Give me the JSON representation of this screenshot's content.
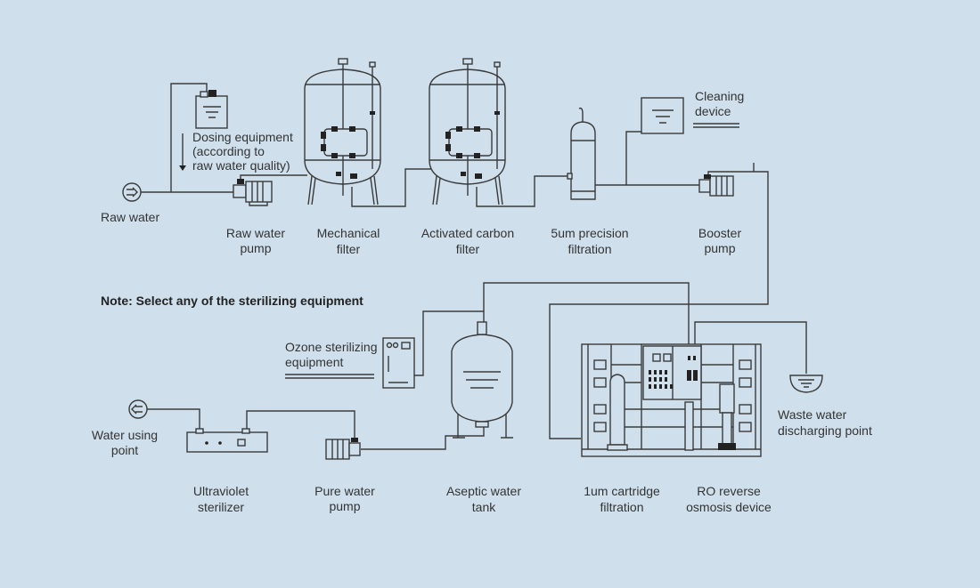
{
  "note": "Note: Select any of the sterilizing equipment",
  "labels": {
    "raw_water": [
      "Raw water"
    ],
    "dosing": [
      "Dosing equipment",
      "(according to",
      "raw water quality)"
    ],
    "raw_water_pump": [
      "Raw water",
      "pump"
    ],
    "mechanical_filter": [
      "Mechanical",
      "filter"
    ],
    "carbon_filter": [
      "Activated carbon",
      "filter"
    ],
    "precision_filtration": [
      "5um precision",
      "filtration"
    ],
    "cleaning_device": [
      "Cleaning",
      "device"
    ],
    "booster_pump": [
      "Booster",
      "pump"
    ],
    "ozone": [
      "Ozone sterilizing",
      "equipment"
    ],
    "water_using_point": [
      "Water using",
      "point"
    ],
    "uv_sterilizer": [
      "Ultraviolet",
      "sterilizer"
    ],
    "pure_water_pump": [
      "Pure water",
      "pump"
    ],
    "aseptic_tank": [
      "Aseptic water",
      "tank"
    ],
    "cartridge": [
      "1um cartridge",
      "filtration"
    ],
    "ro_device": [
      "RO reverse",
      "osmosis device"
    ],
    "waste_water": [
      "Waste water",
      "discharging point"
    ]
  },
  "colors": {
    "background": "#cfe0ec",
    "line": "#3a3a3a"
  }
}
